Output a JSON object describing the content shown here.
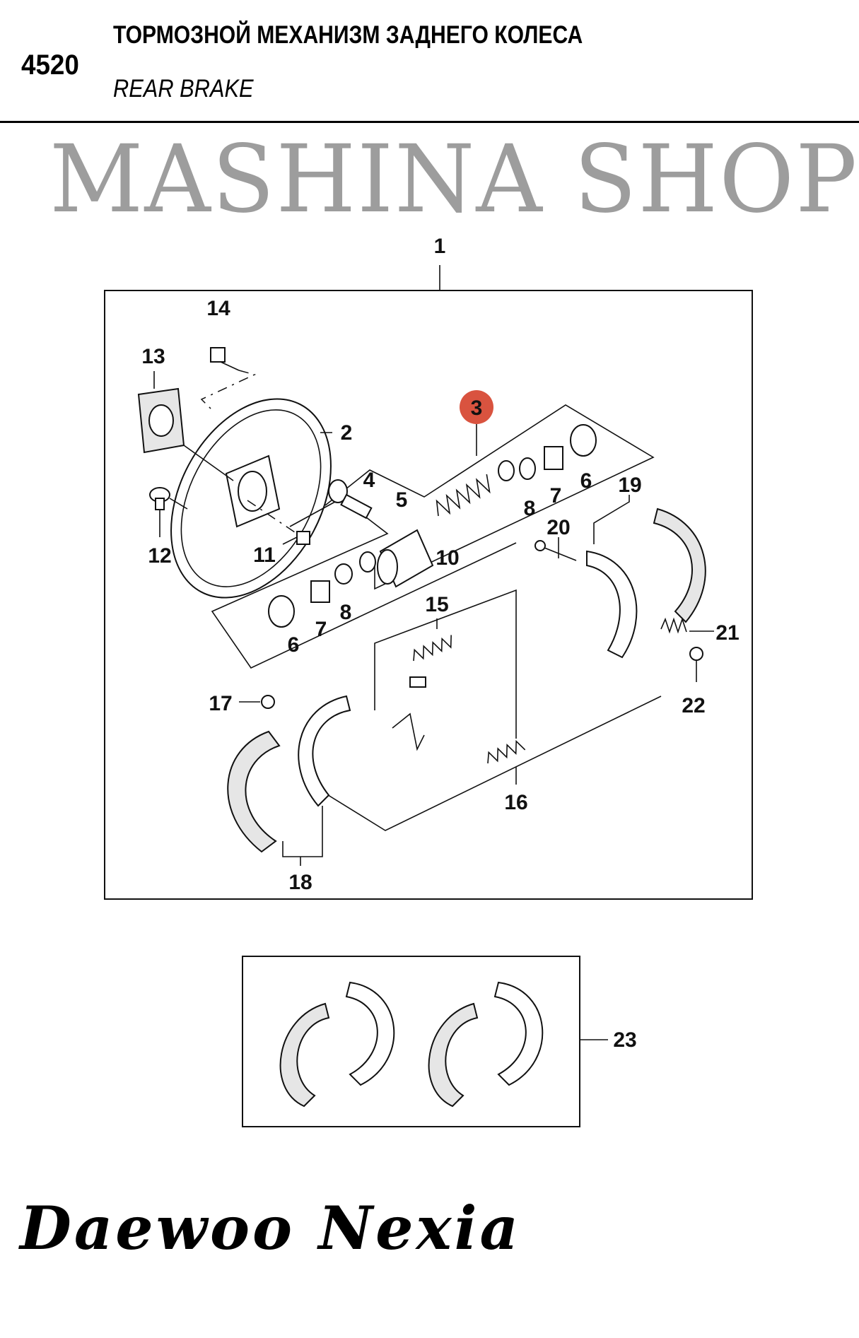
{
  "header": {
    "section_number": "4520",
    "title_ru": "ТОРМОЗНОЙ МЕХАНИЗМ ЗАДНЕГО КОЛЕСА",
    "title_en": "REAR BRAKE"
  },
  "callouts": {
    "c1": "1",
    "c2": "2",
    "c3": "3",
    "c4": "4",
    "c5": "5",
    "c6a": "6",
    "c6b": "6",
    "c7a": "7",
    "c7b": "7",
    "c8a": "8",
    "c8b": "8",
    "c10": "10",
    "c11": "11",
    "c12": "12",
    "c13": "13",
    "c14": "14",
    "c15": "15",
    "c16": "16",
    "c17": "17",
    "c18": "18",
    "c19": "19",
    "c20": "20",
    "c21": "21",
    "c22": "22",
    "c23": "23"
  },
  "highlight": {
    "callout": "3",
    "color": "#d9533f"
  },
  "watermark": "MASHINA SHOP",
  "brand": "Daewoo Nexia"
}
